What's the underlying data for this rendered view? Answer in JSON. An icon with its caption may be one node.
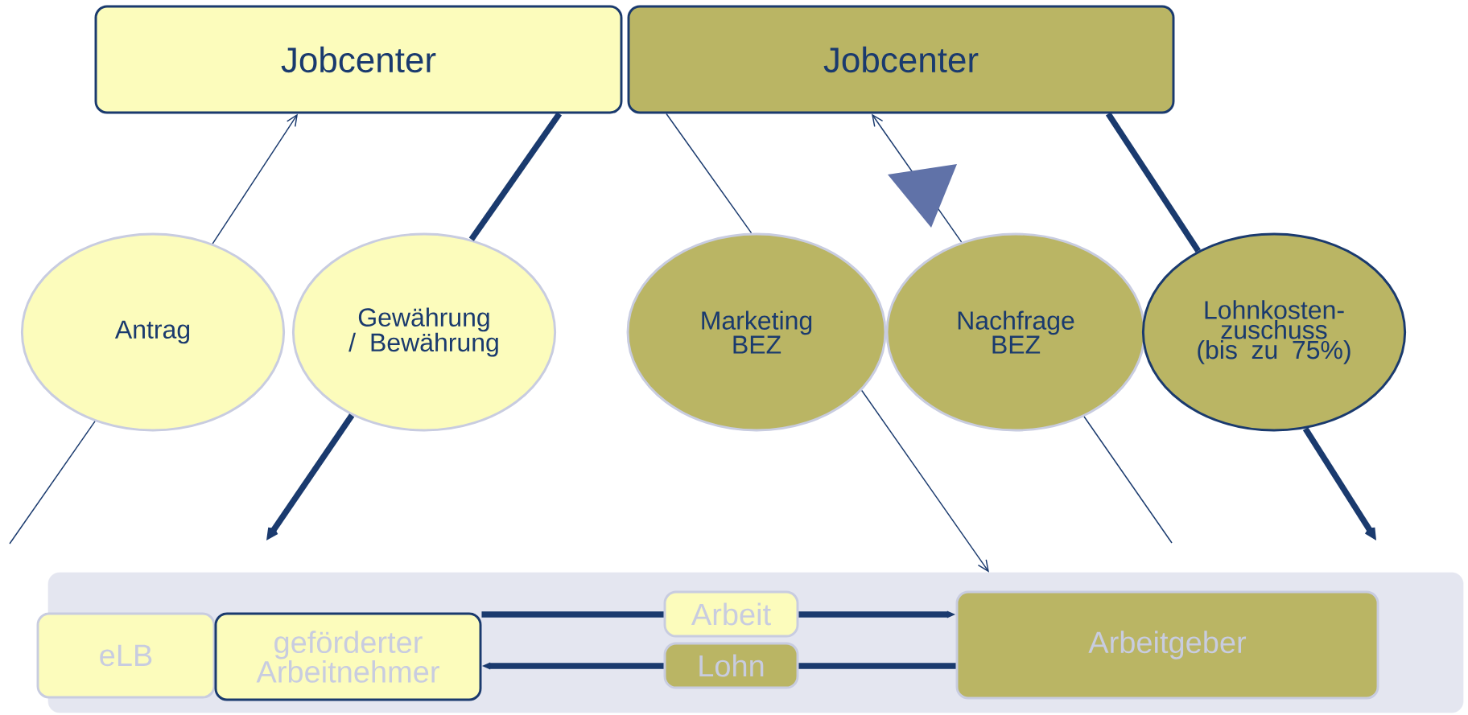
{
  "diagram": {
    "nodes": [
      {
        "text": [
          "Jobcenter"
        ]
      },
      {
        "text": [
          "Jobcenter"
        ]
      },
      {
        "text": [
          "Antrag"
        ]
      },
      {
        "text": [
          "Gewährung / Bewährung"
        ]
      },
      {
        "text": [
          "Marketing BEZ"
        ]
      },
      {
        "text": [
          "Nachfrage BEZ"
        ]
      },
      {
        "text": [
          "Lohnkosten-zuschuss (bis zu 75%)"
        ]
      },
      {
        "text": [],
        "shape": "box"
      },
      {
        "text": [
          "eLB"
        ],
        "in": 7
      },
      {
        "text": [
          "geförderter Arbeitnehmer"
        ],
        "in": 7
      },
      {
        "text": [
          "Arbeit"
        ],
        "in": 7
      },
      {
        "text": [
          "Lohn"
        ],
        "in": 7
      },
      {
        "text": [
          "Arbeitgeber"
        ],
        "in": 7
      }
    ],
    "edges": [
      {
        "from": null,
        "to": 2,
        "arrow": "none"
      },
      {
        "from": 2,
        "to": 0,
        "arrow": "to"
      },
      {
        "from": 0,
        "to": 3,
        "arrow": "none"
      },
      {
        "from": 3,
        "to": null,
        "arrow": "to"
      },
      {
        "from": 1,
        "to": 4,
        "arrow": "none"
      },
      {
        "from": 4,
        "to": 7,
        "arrow": "to"
      },
      {
        "from": null,
        "to": 5,
        "arrow": "none"
      },
      {
        "from": 5,
        "to": 1,
        "arrow": "to"
      },
      {
        "from": 1,
        "to": 6,
        "arrow": "none"
      },
      {
        "from": 6,
        "to": null,
        "arrow": "to"
      },
      {
        "from": 9,
        "to": 10,
        "arrow": "none"
      },
      {
        "from": 10,
        "to": 12,
        "arrow": "to"
      },
      {
        "from": 12,
        "to": 11,
        "arrow": "none"
      },
      {
        "from": 11,
        "to": 9,
        "arrow": "to"
      }
    ]
  }
}
